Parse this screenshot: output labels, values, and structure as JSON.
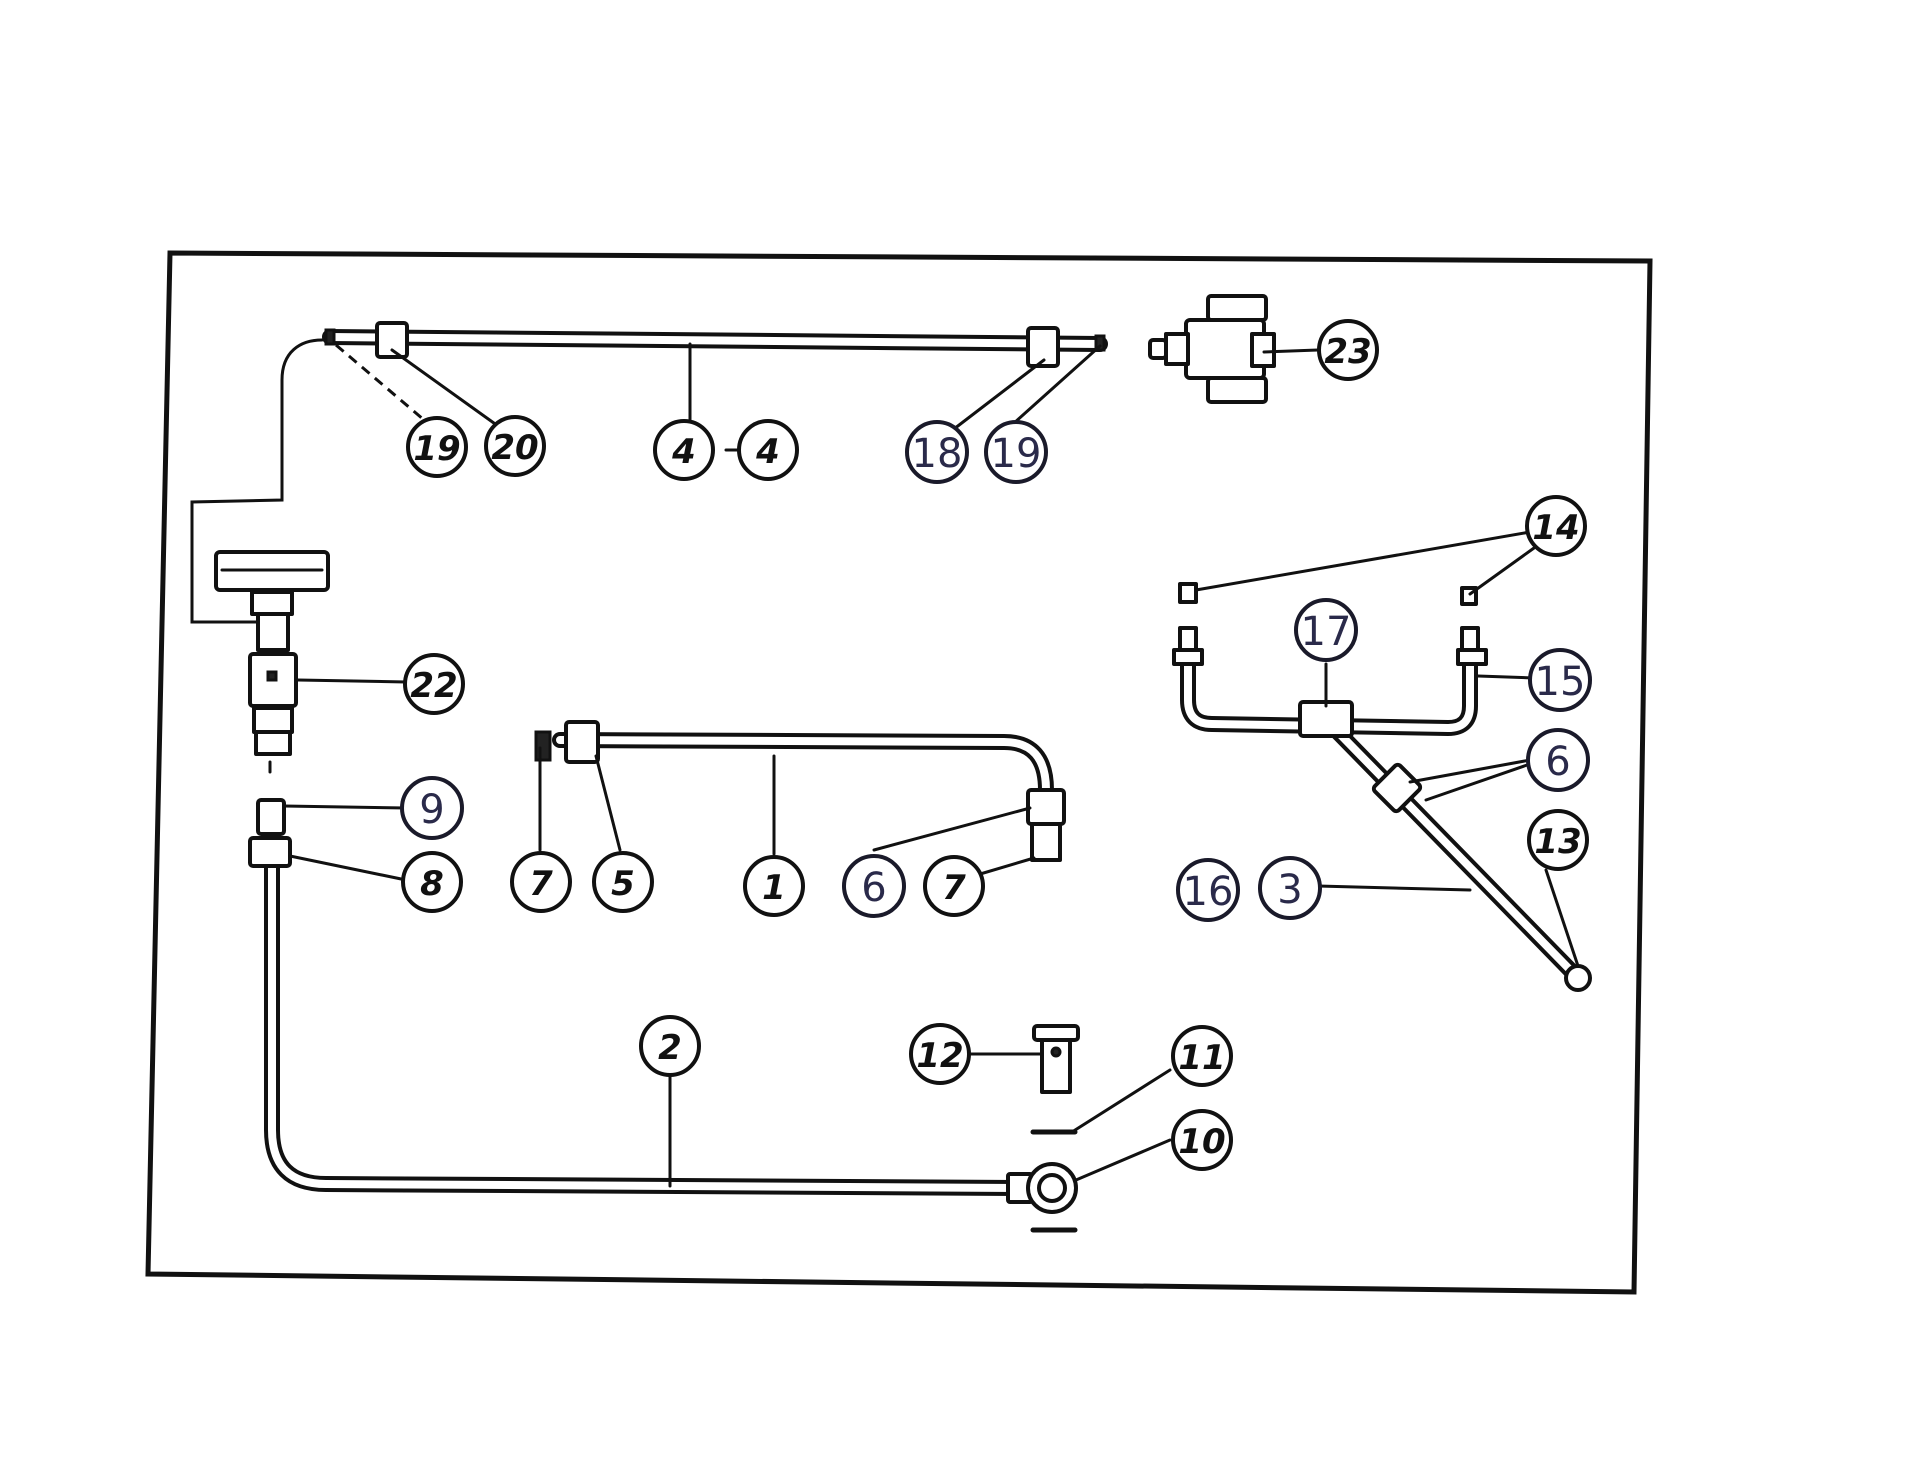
{
  "callouts": {
    "c1": "1",
    "c2": "2",
    "c3": "3",
    "c4a": "4",
    "c4b": "4",
    "c5": "5",
    "c6a": "6",
    "c6b": "6",
    "c7a": "7",
    "c7b": "7",
    "c8": "8",
    "c9": "9",
    "c10": "10",
    "c11": "11",
    "c12": "12",
    "c13": "13",
    "c14": "14",
    "c15": "15",
    "c16": "16",
    "c17": "17",
    "c18": "18",
    "c19a": "19",
    "c19b": "19",
    "c20": "20",
    "c22": "22",
    "c23": "23"
  }
}
